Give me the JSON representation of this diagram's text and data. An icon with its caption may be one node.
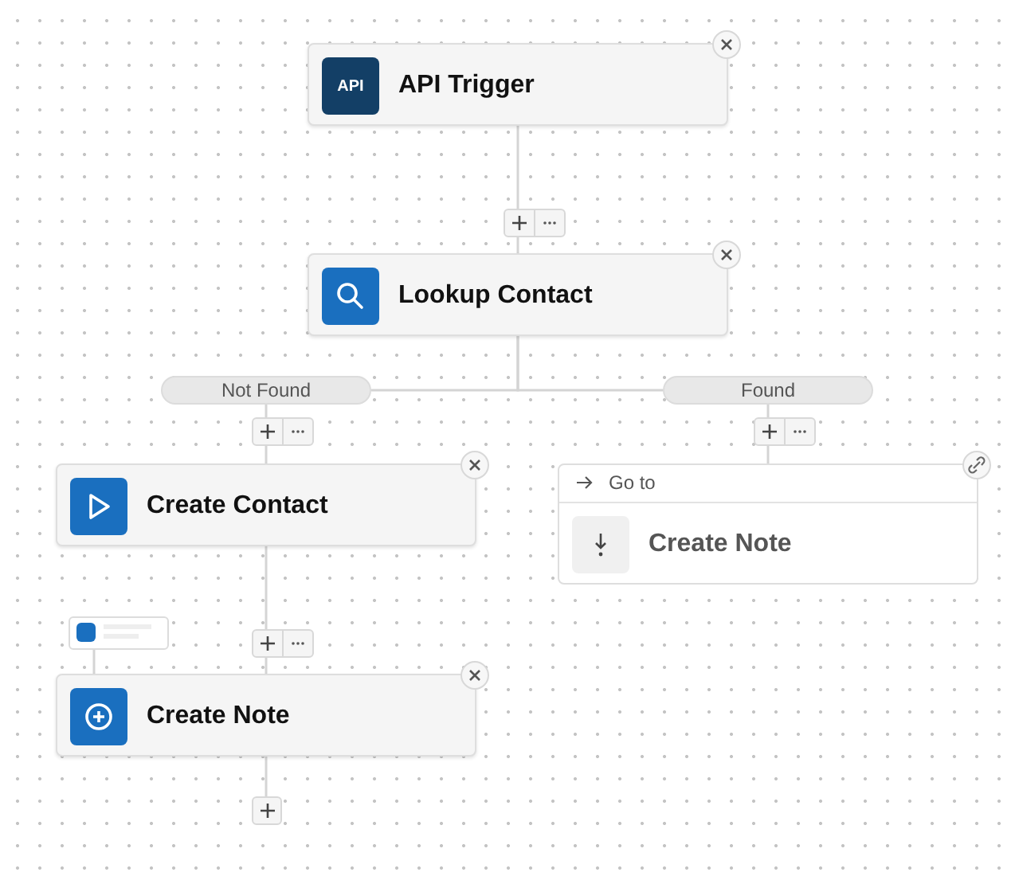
{
  "diagram": {
    "nodes": [
      {
        "text": [
          "API",
          "API Trigger"
        ]
      },
      {
        "text": [
          "Lookup Contact"
        ]
      },
      {
        "text": [
          "Not Found"
        ]
      },
      {
        "text": [
          "Found"
        ]
      },
      {
        "text": [
          "Create Contact"
        ]
      },
      {
        "text": [
          "Go to",
          "Create Note"
        ]
      },
      {
        "text": [
          "Create Note"
        ]
      },
      {
        "text": [],
        "shape": "box"
      },
      {
        "text": [],
        "shape": "button"
      }
    ],
    "edges": [
      {
        "from": 0,
        "to": 1,
        "arrow": "none"
      },
      {
        "from": 1,
        "to": 2,
        "arrow": "none"
      },
      {
        "from": 1,
        "to": 3,
        "arrow": "none"
      },
      {
        "from": 2,
        "to": 4,
        "arrow": "none"
      },
      {
        "from": 3,
        "to": 5,
        "arrow": "none"
      },
      {
        "from": 4,
        "to": 6,
        "arrow": "none"
      },
      {
        "from": 7,
        "to": 6,
        "arrow": "none"
      },
      {
        "from": 6,
        "to": 8,
        "arrow": "none"
      }
    ]
  }
}
